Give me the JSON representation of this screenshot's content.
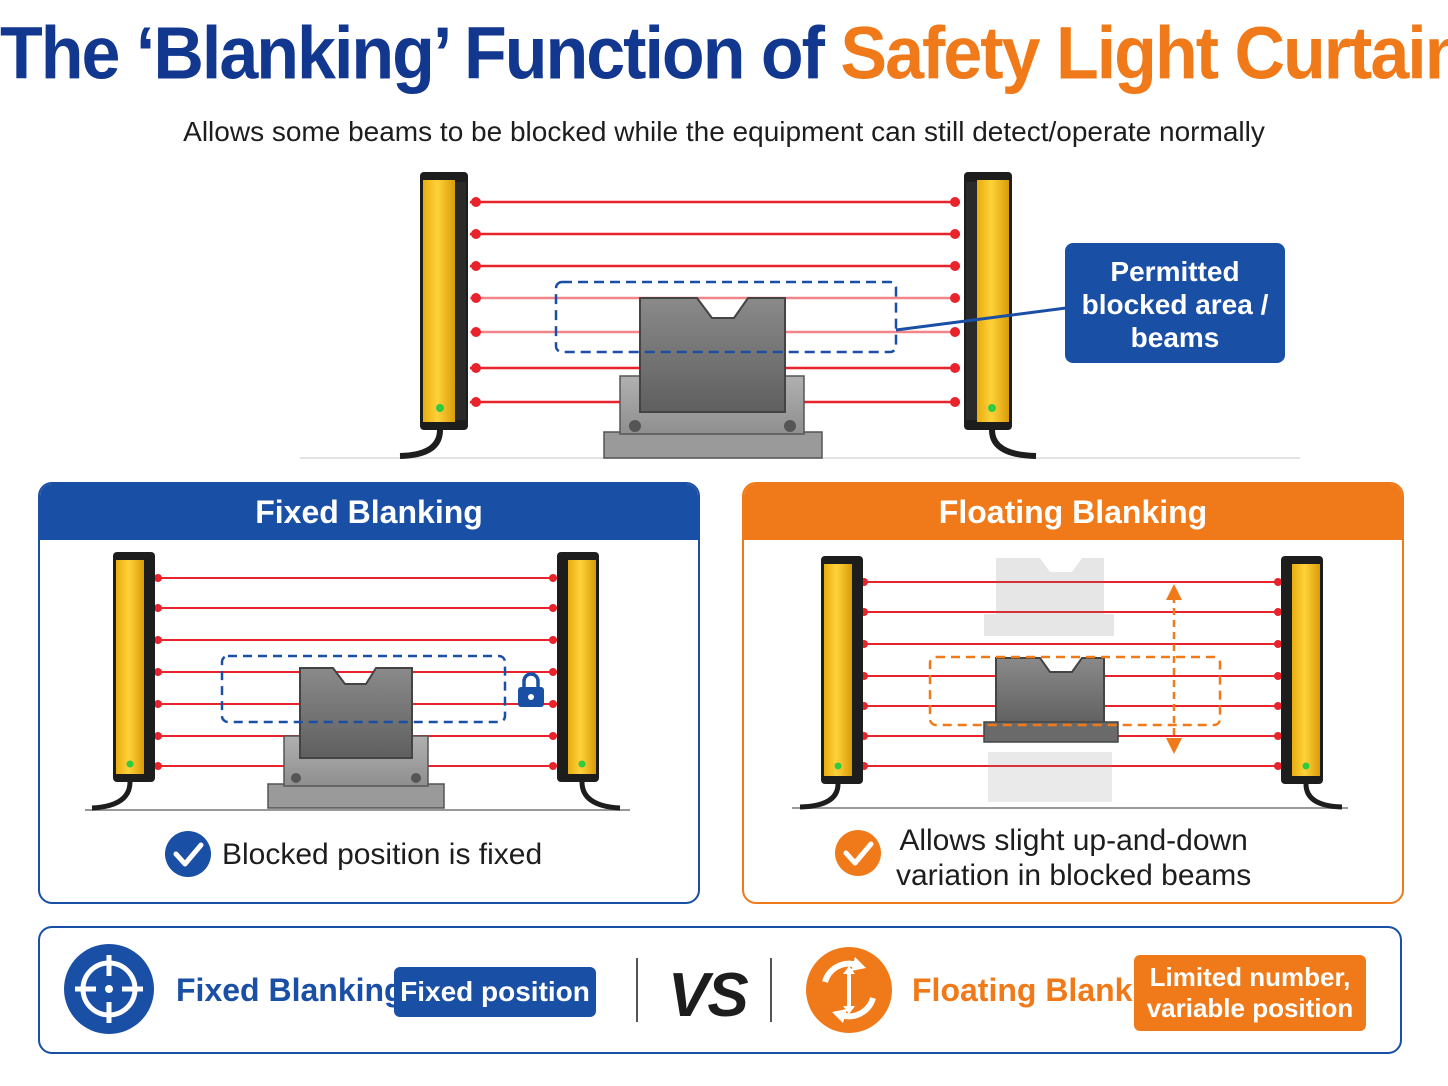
{
  "title": {
    "part_blue": "The ‘Blanking’ Function of ",
    "part_orange": "Safety Light Curtains"
  },
  "subtitle": "Allows some beams to be blocked while the equipment can still detect/operate normally",
  "callout": {
    "line1": "Permitted",
    "line2": "blocked area /",
    "line3": "beams"
  },
  "panels": {
    "fixed": {
      "title": "Fixed Blanking",
      "note": "Blocked position is fixed",
      "icon": "lock-icon"
    },
    "floating": {
      "title": "Floating Blanking",
      "note_line1": "Allows slight up-and-down",
      "note_line2": "variation in blocked beams",
      "icon": "up-down-arrow-icon"
    }
  },
  "comparison": {
    "fixed_label": "Fixed Blanking:",
    "fixed_value": "Fixed position",
    "vs": "VS",
    "floating_label": "Floating Blanking:",
    "floating_value_line1": "Limited number,",
    "floating_value_line2": "variable position",
    "fixed_icon": "crosshair-target-icon",
    "floating_icon": "rotating-arrows-icon"
  },
  "colors": {
    "blue": "#1a4fa6",
    "navy": "#12378f",
    "orange": "#f07a1a",
    "beam": "#e8232b",
    "sensor_yellow": "#f5c218",
    "indicator_green": "#2ecc40"
  }
}
